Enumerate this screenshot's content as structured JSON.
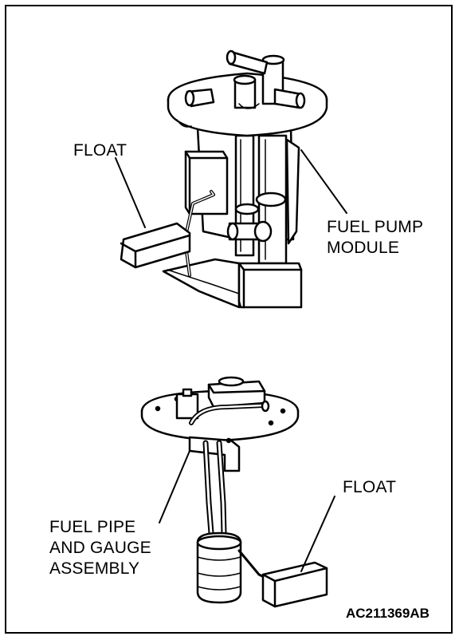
{
  "labels": {
    "float_top": "FLOAT",
    "fuel_pump_module_line1": "FUEL PUMP",
    "fuel_pump_module_line2": "MODULE",
    "float_bottom": "FLOAT",
    "fuel_pipe_line1": "FUEL PIPE",
    "fuel_pipe_line2": "AND GAUGE",
    "fuel_pipe_line3": "ASSEMBLY"
  },
  "figure_code": "AC211369AB"
}
